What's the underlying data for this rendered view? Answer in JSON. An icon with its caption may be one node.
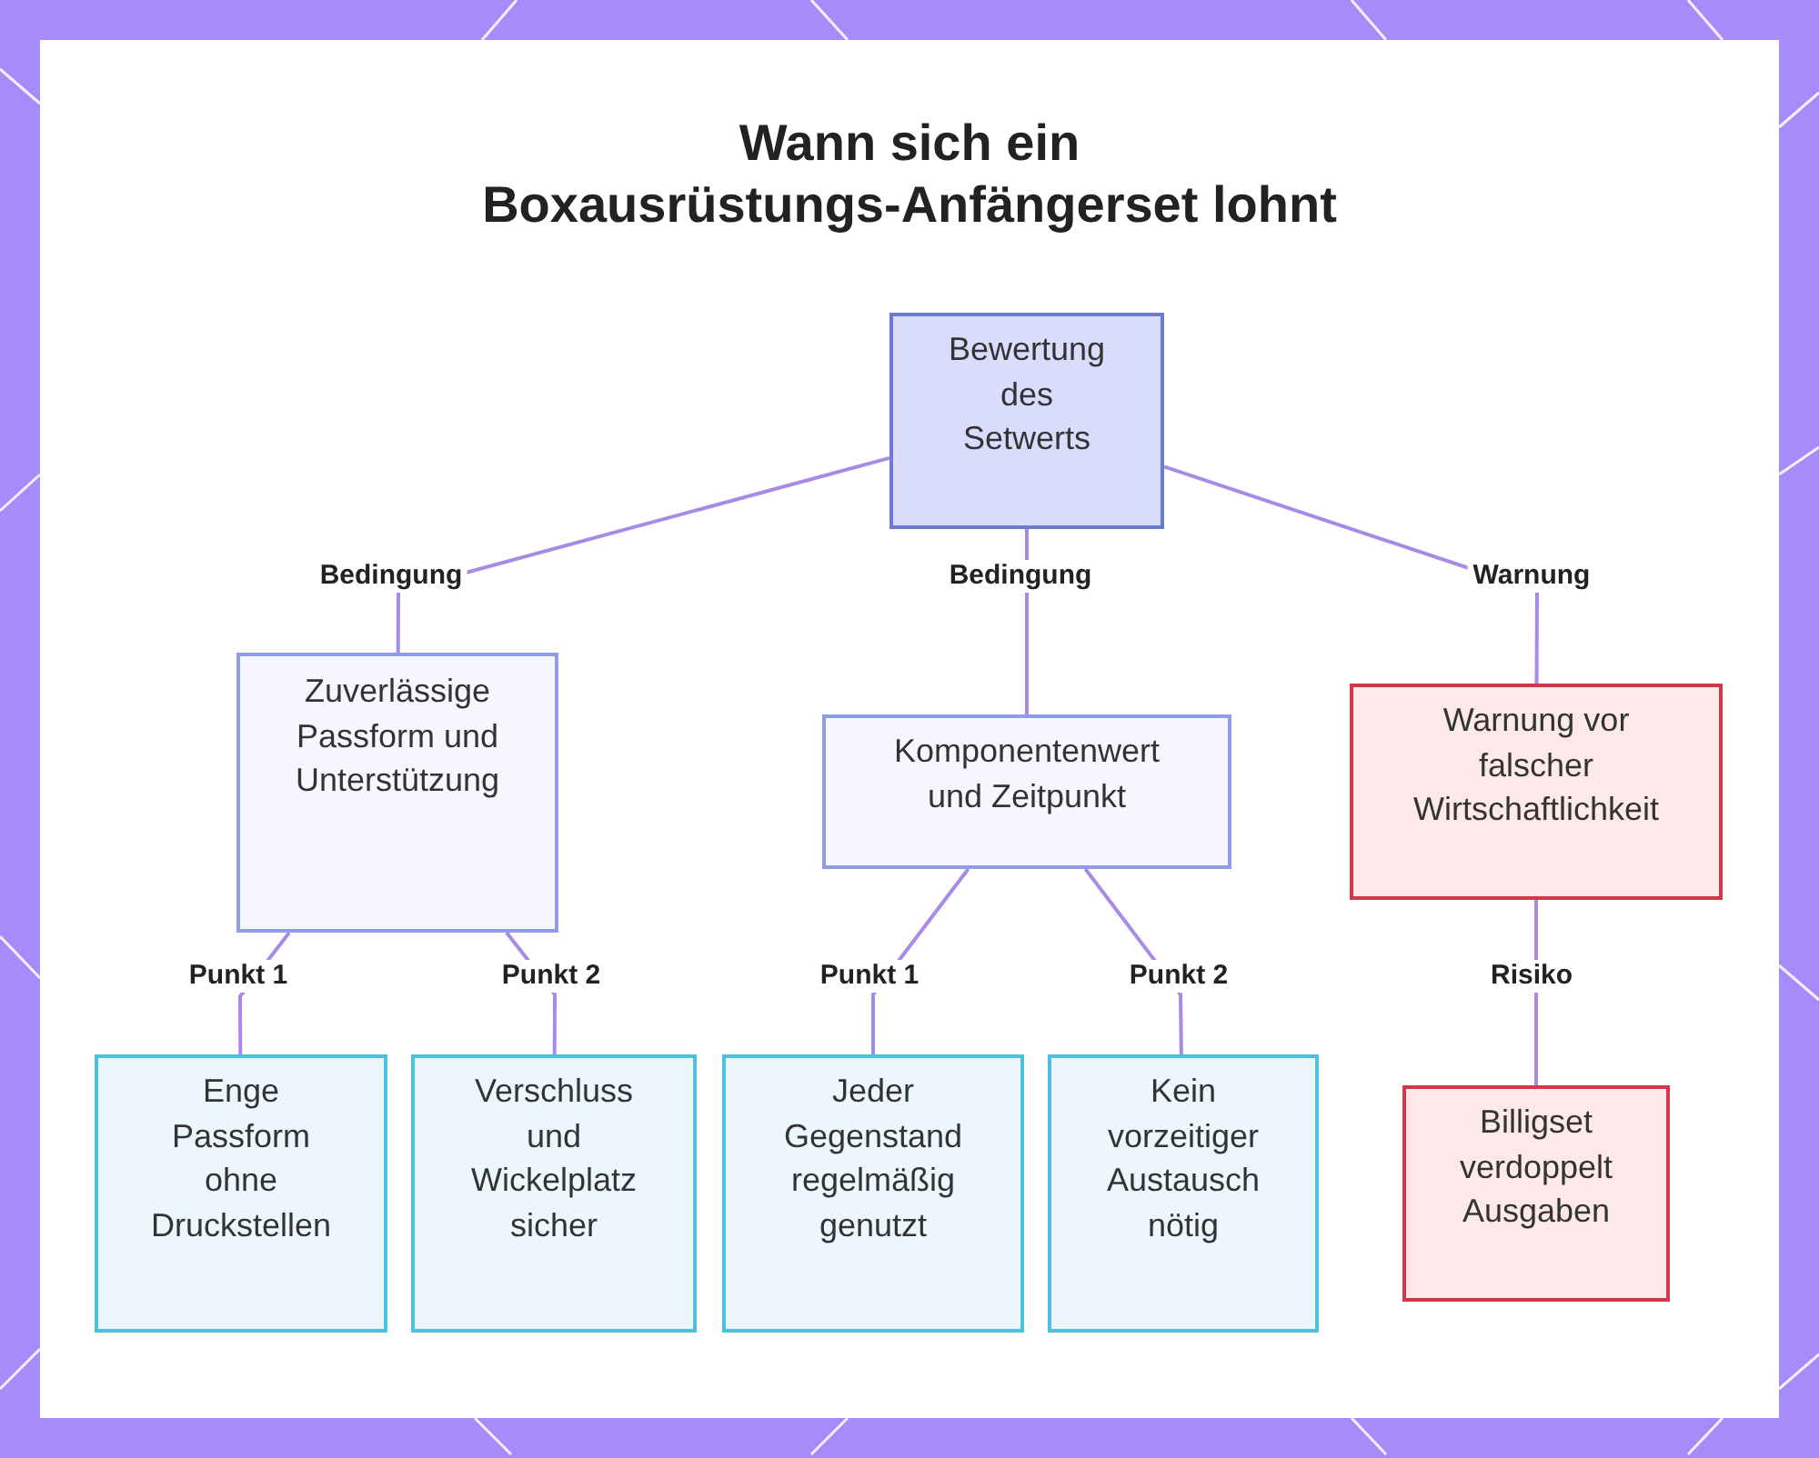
{
  "diagram": {
    "title": "Wann sich ein Boxausrüstungs-Anfängerset lohnt",
    "nodes": [
      {
        "text": [
          "Bewertung des Setwerts"
        ]
      },
      {
        "text": [
          "Zuverlässige Passform und Unterstützung"
        ]
      },
      {
        "text": [
          "Komponentenwert und Zeitpunkt"
        ]
      },
      {
        "text": [
          "Warnung vor falscher Wirtschaftlichkeit"
        ]
      },
      {
        "text": [
          "Enge Passform ohne Druckstellen"
        ]
      },
      {
        "text": [
          "Verschluss und Wickelplatz sicher"
        ]
      },
      {
        "text": [
          "Jeder Gegenstand regelmäßig genutzt"
        ]
      },
      {
        "text": [
          "Kein vorzeitiger Austausch nötig"
        ]
      },
      {
        "text": [
          "Billigset verdoppelt Ausgaben"
        ]
      }
    ],
    "edges": [
      {
        "from": 0,
        "to": 1,
        "arrow": "none",
        "label": "Bedingung"
      },
      {
        "from": 0,
        "to": 2,
        "arrow": "none",
        "label": "Bedingung"
      },
      {
        "from": 0,
        "to": 3,
        "arrow": "none",
        "label": "Warnung"
      },
      {
        "from": 1,
        "to": 4,
        "arrow": "none",
        "label": "Punkt 1"
      },
      {
        "from": 1,
        "to": 5,
        "arrow": "none",
        "label": "Punkt 2"
      },
      {
        "from": 2,
        "to": 6,
        "arrow": "none",
        "label": "Punkt 1"
      },
      {
        "from": 2,
        "to": 7,
        "arrow": "none",
        "label": "Punkt 2"
      },
      {
        "from": 3,
        "to": 8,
        "arrow": "none",
        "label": "Risiko"
      }
    ]
  }
}
